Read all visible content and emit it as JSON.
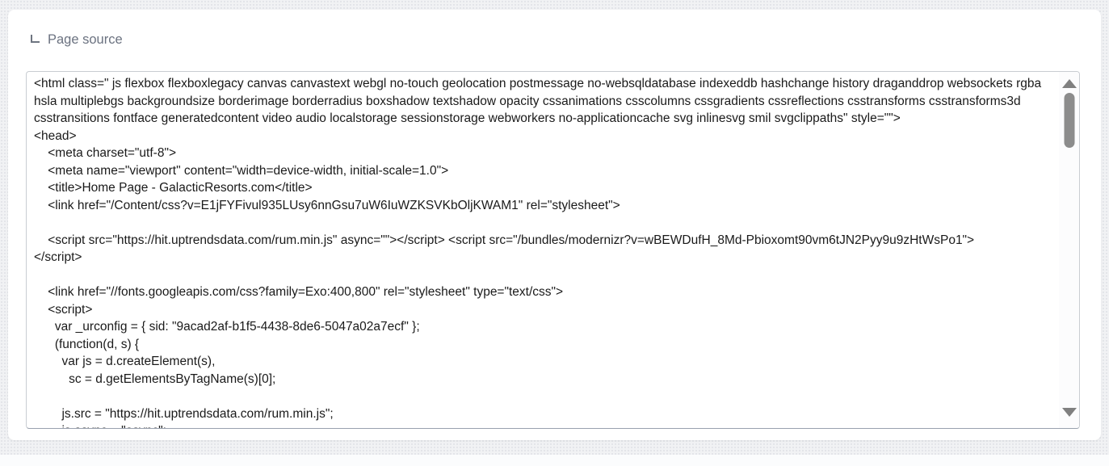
{
  "panel": {
    "title": "Page source"
  },
  "icons": {
    "header_icon": "corner-return",
    "scrollbar_up": "triangle-up",
    "scrollbar_down": "triangle-down"
  },
  "colors": {
    "page_background": "#f1f2f4",
    "page_background_dots": "#e2e4e8",
    "panel_background": "#ffffff",
    "title_text": "#6b7280",
    "code_text": "#1a1a1a",
    "code_box_border": "#c9cdd2",
    "code_box_border_bottom": "#99a1ae",
    "scrollbar_track": "#fcfcfd",
    "scrollbar_thumb": "#8c8c8c",
    "scrollbar_arrow": "#808080"
  },
  "source": {
    "lines": [
      "<html class=\" js flexbox flexboxlegacy canvas canvastext webgl no-touch geolocation postmessage no-websqldatabase indexeddb hashchange history draganddrop websockets rgba hsla multiplebgs backgroundsize borderimage borderradius boxshadow textshadow opacity cssanimations csscolumns cssgradients cssreflections csstransforms csstransforms3d csstransitions fontface generatedcontent video audio localstorage sessionstorage webworkers no-applicationcache svg inlinesvg smil svgclippaths\" style=\"\">",
      "<head>",
      "    <meta charset=\"utf-8\">",
      "    <meta name=\"viewport\" content=\"width=device-width, initial-scale=1.0\">",
      "    <title>Home Page - GalacticResorts.com</title>",
      "    <link href=\"/Content/css?v=E1jFYFivul935LUsy6nnGsu7uW6IuWZKSVKbOljKWAM1\" rel=\"stylesheet\">",
      "",
      "    <script src=\"https://hit.uptrendsdata.com/rum.min.js\" async=\"\"></script> <script src=\"/bundles/modernizr?v=wBEWDufH_8Md-Pbioxomt90vm6tJN2Pyy9u9zHtWsPo1\">",
      "</script>",
      "",
      "    <link href=\"//fonts.googleapis.com/css?family=Exo:400,800\" rel=\"stylesheet\" type=\"text/css\">",
      "    <script>",
      "      var _urconfig = { sid: \"9acad2af-b1f5-4438-8de6-5047a02a7ecf\" };",
      "      (function(d, s) {",
      "        var js = d.createElement(s),",
      "          sc = d.getElementsByTagName(s)[0];",
      "",
      "        js.src = \"https://hit.uptrendsdata.com/rum.min.js\";",
      "        js.async = \"async\";"
    ]
  }
}
